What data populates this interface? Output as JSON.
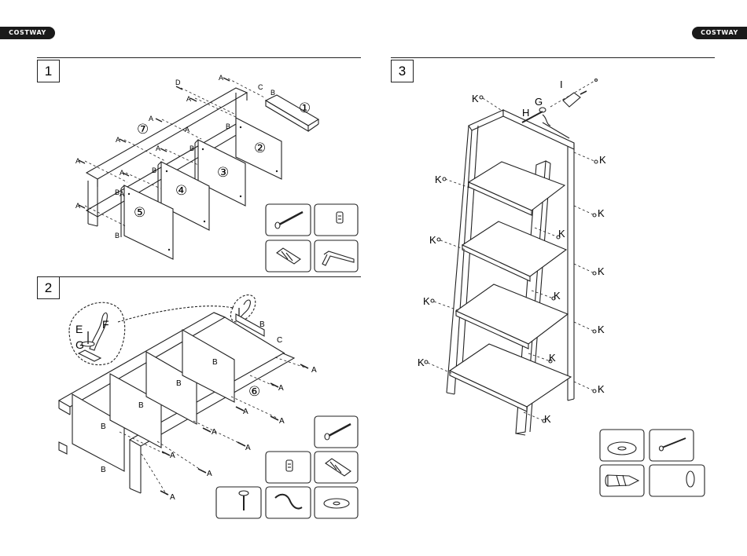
{
  "brand": {
    "left": "COSTWAY",
    "right": "COSTWAY"
  },
  "steps": [
    {
      "number": "1"
    },
    {
      "number": "2"
    },
    {
      "number": "3"
    }
  ],
  "step1": {
    "parts": [
      "①",
      "②",
      "③",
      "④",
      "⑤",
      "⑦"
    ],
    "screw_letters": [
      "A",
      "A",
      "A",
      "A",
      "A",
      "A",
      "A",
      "A",
      "A",
      "A"
    ],
    "other_letters": {
      "B": "B",
      "C": "C",
      "D": "D"
    },
    "hardware_icons": [
      "screw-icon",
      "cam-lock-icon",
      "wood-dowel-icon",
      "allen-key-icon"
    ]
  },
  "step2": {
    "part": "⑥",
    "detail_letters": {
      "E": "E",
      "F": "F",
      "G": "G"
    },
    "screw_letter": "A",
    "bracket_letter": "B",
    "connector_letter": "C",
    "hardware_icons": [
      "screw-icon",
      "cam-lock-icon",
      "wood-dowel-icon",
      "short-screw-icon",
      "anti-tip-strap-icon",
      "washer-icon"
    ]
  },
  "step3": {
    "letters": {
      "G": "G",
      "H": "H",
      "I": "I",
      "K": "K"
    },
    "hardware_icons": [
      "washer-icon",
      "long-screw-icon",
      "wall-anchor-icon",
      "cap-icon"
    ]
  },
  "colors": {
    "line": "#222222",
    "brand_bg": "#1a1a1a",
    "brand_text": "#ffffff"
  }
}
